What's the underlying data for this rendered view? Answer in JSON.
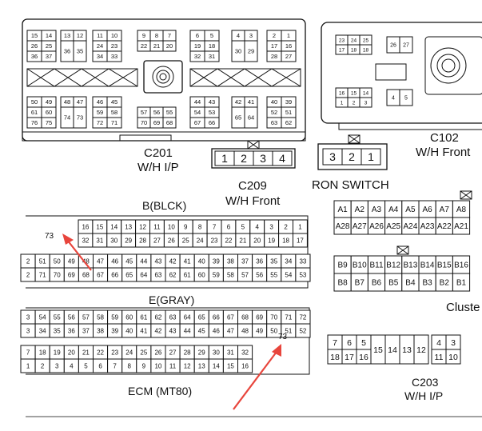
{
  "labels": {
    "c201_name": "C201",
    "c201_loc": "W/H I/P",
    "c209_name": "C209",
    "c209_loc": "W/H Front",
    "c102_name": "C102",
    "c102_loc": "W/H Front",
    "ron_switch": "RON SWITCH",
    "b_blck": "B(BLCK)",
    "e_gray": "E(GRAY)",
    "ecm": "ECM (MT80)",
    "cluster": "Cluste",
    "c203_name": "C203",
    "c203_loc": "W/H I/P",
    "callout_b": "73",
    "callout_e": "73"
  },
  "c201": {
    "top_group1": [
      [
        "15",
        "14"
      ],
      [
        "26",
        "25"
      ],
      [
        "36",
        "37"
      ]
    ],
    "top_group2": [
      [
        "13",
        "12"
      ],
      [
        "36",
        "35"
      ],
      [
        "36",
        "35"
      ]
    ],
    "top_group3": [
      [
        "11",
        "10"
      ],
      [
        "24",
        "23"
      ],
      [
        "34",
        "33"
      ]
    ],
    "top_group4": [
      [
        "9",
        "8",
        "7"
      ],
      [
        "22",
        "21",
        "20"
      ]
    ],
    "top_group5": [
      [
        "6",
        "5"
      ],
      [
        "19",
        "18"
      ],
      [
        "32",
        "31"
      ]
    ],
    "top_group6": [
      [
        "4",
        "3"
      ],
      [
        "30",
        "29"
      ],
      [
        "30",
        "29"
      ]
    ],
    "top_group7": [
      [
        "2",
        "1"
      ],
      [
        "17",
        "16"
      ],
      [
        "28",
        "27"
      ]
    ],
    "bot_group1": [
      [
        "50",
        "49"
      ],
      [
        "61",
        "60"
      ],
      [
        "76",
        "75"
      ]
    ],
    "bot_group2": [
      [
        "48",
        "47"
      ],
      [
        "74",
        "73"
      ],
      [
        "74",
        "73"
      ]
    ],
    "bot_group3": [
      [
        "46",
        "45"
      ],
      [
        "59",
        "58"
      ],
      [
        "72",
        "71"
      ]
    ],
    "bot_group4": [
      [
        "57",
        "56",
        "55"
      ],
      [
        "70",
        "69",
        "68"
      ]
    ],
    "bot_group5": [
      [
        "44",
        "43"
      ],
      [
        "54",
        "53"
      ],
      [
        "67",
        "66"
      ]
    ],
    "bot_group6": [
      [
        "42",
        "41"
      ],
      [
        "65",
        "64"
      ],
      [
        "65",
        "64"
      ]
    ],
    "bot_group7": [
      [
        "40",
        "39"
      ],
      [
        "52",
        "51"
      ],
      [
        "63",
        "62"
      ]
    ]
  },
  "c209_pins": [
    "1",
    "2",
    "3",
    "4"
  ],
  "ron_pins": [
    "3",
    "2",
    "1"
  ],
  "c102": {
    "left_top": [
      "23",
      "24",
      "25"
    ],
    "left_bot": [
      "17",
      "18",
      "18"
    ],
    "pair": [
      "26",
      "27"
    ],
    "lower_top": [
      "16",
      "15",
      "14"
    ],
    "lower_bot": [
      "1",
      "2",
      "3"
    ],
    "lower_pair": [
      "4",
      "5"
    ]
  },
  "cluster": {
    "row_a": [
      "A1",
      "A2",
      "A3",
      "A4",
      "A5",
      "A6",
      "A7",
      "A8"
    ],
    "row_a2": [
      "A28",
      "A27",
      "A26",
      "A25",
      "A24",
      "A23",
      "A22",
      "A21"
    ],
    "row_b": [
      "B9",
      "B10",
      "B11",
      "B12",
      "B13",
      "B14",
      "B15",
      "B16"
    ],
    "row_b2": [
      "B8",
      "B7",
      "B6",
      "B5",
      "B4",
      "B3",
      "B2",
      "B1"
    ]
  },
  "b_blck": {
    "row1": [
      "16",
      "15",
      "14",
      "13",
      "12",
      "11",
      "10",
      "9",
      "8",
      "7",
      "6",
      "5",
      "4",
      "3",
      "2",
      "1"
    ],
    "row2": [
      "32",
      "31",
      "30",
      "29",
      "28",
      "27",
      "26",
      "25",
      "24",
      "23",
      "22",
      "21",
      "20",
      "19",
      "18",
      "17"
    ],
    "row3": [
      "2",
      "51",
      "50",
      "49",
      "48",
      "47",
      "46",
      "45",
      "44",
      "43",
      "42",
      "41",
      "40",
      "39",
      "38",
      "37",
      "36",
      "35",
      "34",
      "33"
    ],
    "row4": [
      "2",
      "71",
      "70",
      "69",
      "68",
      "67",
      "66",
      "65",
      "64",
      "63",
      "62",
      "61",
      "60",
      "59",
      "58",
      "57",
      "56",
      "55",
      "54",
      "53"
    ]
  },
  "e_gray": {
    "row1": [
      "3",
      "54",
      "55",
      "56",
      "57",
      "58",
      "59",
      "60",
      "61",
      "62",
      "63",
      "64",
      "65",
      "66",
      "67",
      "68",
      "69",
      "70",
      "71",
      "72"
    ],
    "row2": [
      "3",
      "34",
      "35",
      "36",
      "37",
      "38",
      "39",
      "40",
      "41",
      "42",
      "43",
      "44",
      "45",
      "46",
      "47",
      "48",
      "49",
      "50",
      "51",
      "52"
    ],
    "row3": [
      "7",
      "18",
      "19",
      "20",
      "21",
      "22",
      "23",
      "24",
      "25",
      "26",
      "27",
      "28",
      "29",
      "30",
      "31",
      "32"
    ],
    "row4": [
      "1",
      "2",
      "3",
      "4",
      "5",
      "6",
      "7",
      "8",
      "9",
      "10",
      "11",
      "12",
      "13",
      "14",
      "15",
      "16"
    ]
  },
  "c203": {
    "top_left": [
      "7",
      "6",
      "5"
    ],
    "bot_left": [
      "18",
      "17",
      "16"
    ],
    "mid": [
      "15",
      "14",
      "13",
      "12"
    ],
    "top_right": [
      "4",
      "3"
    ],
    "bot_right": [
      "11",
      "10"
    ]
  }
}
